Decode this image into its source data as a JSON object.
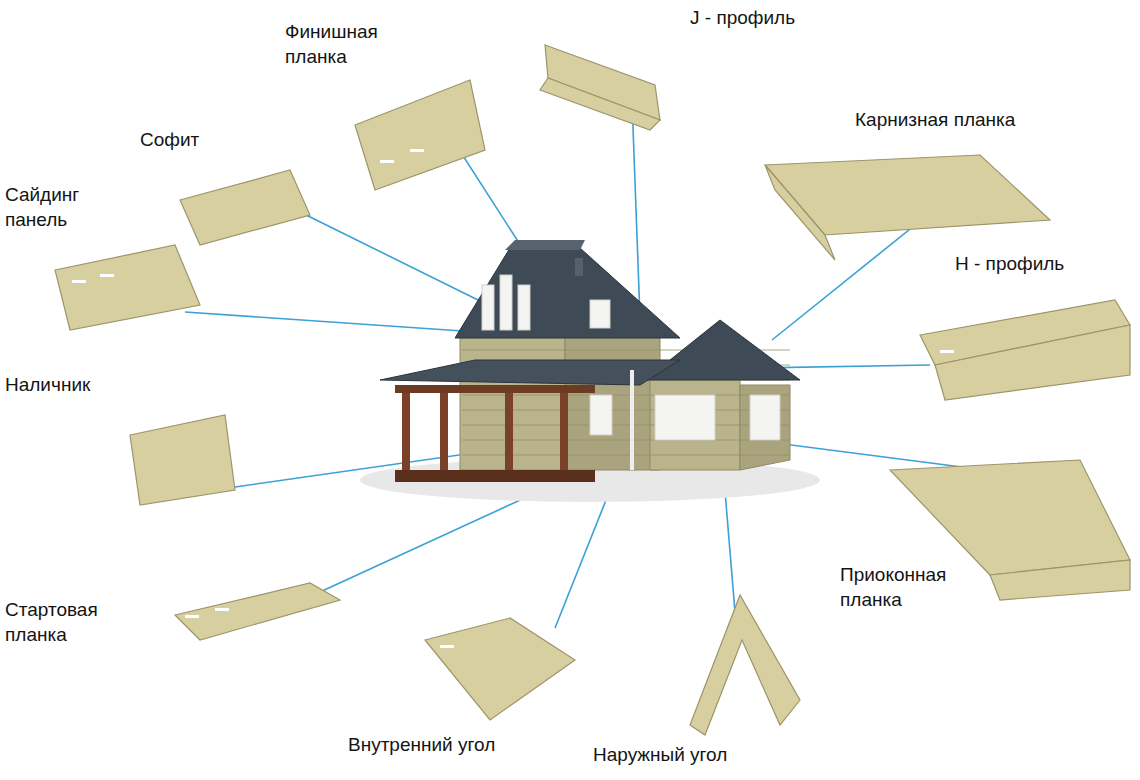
{
  "diagram": {
    "labels": [
      "Финишная планка",
      "J - профиль",
      "Софит",
      "Сайдинг панель",
      "Карнизная планка",
      "Н - профиль",
      "Наличник",
      "Стартовая планка",
      "Внутренний угол",
      "Наружный угол",
      "Приоконная планка"
    ]
  }
}
